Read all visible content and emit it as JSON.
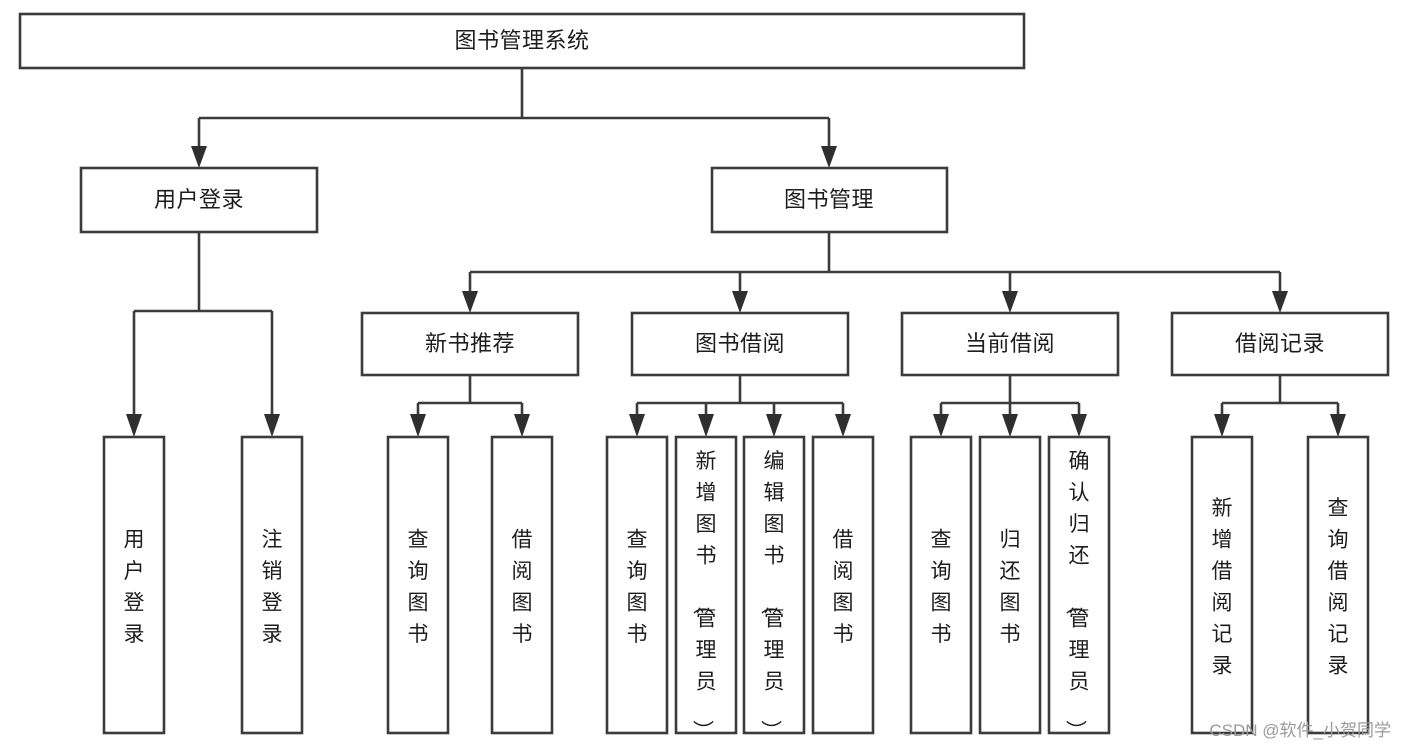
{
  "diagram": {
    "type": "tree-hierarchy-flowchart",
    "title": "图书管理系统",
    "colors": {
      "box_stroke": "#3b3b3b",
      "box_fill": "#ffffff",
      "connector": "#3b3b3b",
      "arrow": "#2f2f2f",
      "text": "#1d1d1d",
      "watermark": "#9a9a9a",
      "background": "#ffffff"
    },
    "root": {
      "label": "图书管理系统"
    },
    "level2": [
      {
        "label": "用户登录"
      },
      {
        "label": "图书管理"
      }
    ],
    "level3": [
      {
        "label": "新书推荐"
      },
      {
        "label": "图书借阅"
      },
      {
        "label": "当前借阅"
      },
      {
        "label": "借阅记录"
      }
    ],
    "leaves": {
      "user_login": [
        {
          "label": "用户登录"
        },
        {
          "label": "注销登录"
        }
      ],
      "new_book_recommend": [
        {
          "label": "查询图书"
        },
        {
          "label": "借阅图书"
        }
      ],
      "book_borrow": [
        {
          "label": "查询图书"
        },
        {
          "label": "新增图书（管理员）"
        },
        {
          "label": "编辑图书（管理员）"
        },
        {
          "label": "借阅图书"
        }
      ],
      "current_borrow": [
        {
          "label": "查询图书"
        },
        {
          "label": "归还图书"
        },
        {
          "label": "确认归还（管理员）"
        }
      ],
      "borrow_record": [
        {
          "label": "新增借阅记录"
        },
        {
          "label": "查询借阅记录"
        }
      ]
    }
  },
  "watermark": {
    "text": "CSDN @软件_小贺同学"
  }
}
